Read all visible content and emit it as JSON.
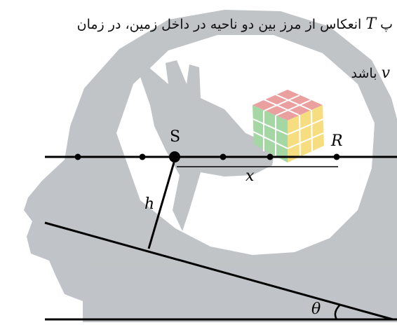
{
  "text": {
    "line1_prefix": "انعکاس از مرز بین دو ناحیه در داخل زمین، در زمان",
    "line1_var": "T",
    "line1_suffix": "پ",
    "line2_var": "v",
    "line2_word": "باشد"
  },
  "labels": {
    "source": "S",
    "receiver": "R",
    "offset": "x",
    "depth": "h",
    "angle": "θ"
  },
  "colors": {
    "silhouette": "#9aa0a6",
    "ink": "#000000"
  }
}
